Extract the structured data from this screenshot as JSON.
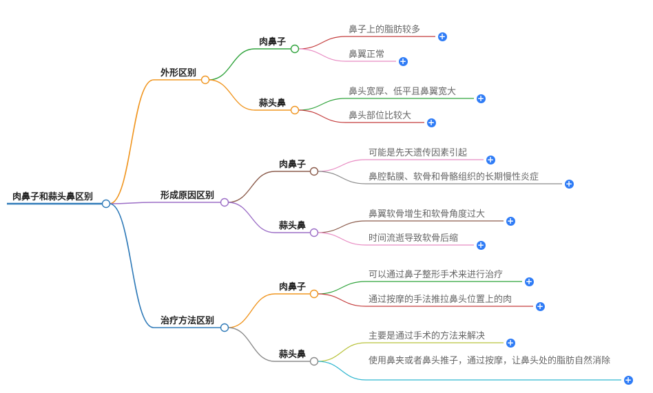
{
  "root": {
    "label": "肉鼻子和蒜头鼻区别"
  },
  "branches": [
    {
      "label": "外形区别",
      "color": "#f0951f",
      "children": [
        {
          "label": "肉鼻子",
          "color": "#2fa33b",
          "leaves": [
            {
              "text": "鼻子上的脂肪较多",
              "color": "#c43c3c"
            },
            {
              "text": "鼻翼正常",
              "color": "#e88ac2"
            }
          ]
        },
        {
          "label": "蒜头鼻",
          "color": "#f0951f",
          "leaves": [
            {
              "text": "鼻头宽厚、低平且鼻翼宽大",
              "color": "#2fa33b"
            },
            {
              "text": "鼻头部位比较大",
              "color": "#c43c3c"
            }
          ]
        }
      ]
    },
    {
      "label": "形成原因区别",
      "color": "#9b6dc6",
      "children": [
        {
          "label": "肉鼻子",
          "color": "#8a5a4a",
          "leaves": [
            {
              "text": "可能是先天遗传因素引起",
              "color": "#e88ac2"
            },
            {
              "text": "鼻腔黏膜、软骨和骨骼组织的长期慢性炎症",
              "color": "#8a8a8a"
            }
          ]
        },
        {
          "label": "蒜头鼻",
          "color": "#9b6dc6",
          "leaves": [
            {
              "text": "鼻翼软骨增生和软骨角度过大",
              "color": "#8a5a4a"
            },
            {
              "text": "时间流逝导致软骨后缩",
              "color": "#e88ac2"
            }
          ]
        }
      ]
    },
    {
      "label": "治疗方法区别",
      "color": "#2f7ab8",
      "children": [
        {
          "label": "肉鼻子",
          "color": "#f0951f",
          "leaves": [
            {
              "text": "可以通过鼻子整形手术来进行治疗",
              "color": "#2fa33b"
            },
            {
              "text": "通过按摩的手法推拉鼻头位置上的肉",
              "color": "#c43c3c"
            }
          ]
        },
        {
          "label": "蒜头鼻",
          "color": "#8a8a8a",
          "leaves": [
            {
              "text": "主要是通过手术的方法来解决",
              "color": "#b8c23a"
            },
            {
              "text": "使用鼻夹或者鼻头推子，通过按摩，让鼻头处的脂肪自然消除",
              "color": "#2fb6cf"
            }
          ]
        }
      ]
    }
  ],
  "expand_symbol": "+",
  "root_color": "#2f7ab8"
}
